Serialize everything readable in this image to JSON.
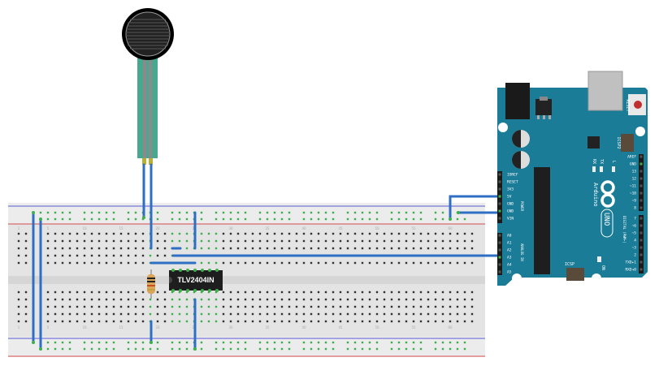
{
  "diagram": {
    "title": "Force sensitive resistor circuit with TLV2404IN op-amp and Arduino Uno",
    "components": {
      "fsr": {
        "name": "Force Sensitive Resistor"
      },
      "opamp": {
        "label": "TLV2404IN"
      },
      "resistor": {
        "name": "Resistor"
      },
      "arduino": {
        "board_name": "UNO",
        "brand": "Arduino",
        "reset_label": "RESET",
        "icsp_label": "ICSP",
        "icsp2_label": "ICSP2",
        "on_label": "ON",
        "tx_label": "TX",
        "rx_label": "RX",
        "l_label": "L",
        "power_header_label": "POWER",
        "analog_header_label": "ANALOG IN",
        "digital_header_label": "DIGITAL (PWM~)",
        "power_pins": [
          "IOREF",
          "RESET",
          "3V3",
          "5V",
          "GND",
          "GND",
          "VIN"
        ],
        "analog_pins": [
          "A0",
          "A1",
          "A2",
          "A3",
          "A4",
          "A5"
        ],
        "digital_pins_top": [
          "AREF",
          "GND",
          "13",
          "12",
          "~11",
          "~10",
          "~9",
          "8"
        ],
        "digital_pins_bottom": [
          "7",
          "~6",
          "~5",
          "4",
          "~3",
          "2",
          "TXD▸1",
          "RXD◂0"
        ]
      }
    },
    "breadboard": {
      "column_numbers": [
        "1",
        "5",
        "10",
        "15",
        "20",
        "25",
        "30",
        "35",
        "40",
        "45",
        "50",
        "55",
        "60"
      ],
      "row_letters_top": [
        "j",
        "i",
        "h",
        "g",
        "f"
      ],
      "row_letters_bottom": [
        "e",
        "d",
        "c",
        "b",
        "a"
      ]
    },
    "colors": {
      "wire": "#2e6fc4",
      "arduino_board": "#1b7c98",
      "rail_blue": "#4a50d0",
      "rail_red": "#d04040",
      "hole_active": "#3cb04a",
      "fsr_trace": "#46a88e"
    }
  }
}
